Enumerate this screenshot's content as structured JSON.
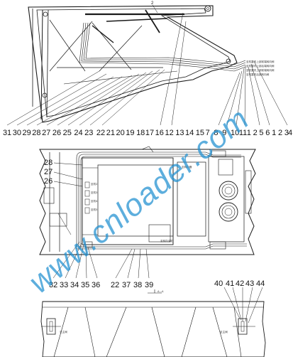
{
  "callouts": {
    "top_row": [
      "31",
      "30",
      "29",
      "28",
      "27",
      "26",
      "25",
      "24",
      "23",
      "22",
      "21",
      "20",
      "19",
      "18",
      "17",
      "16",
      "12",
      "13",
      "14",
      "15",
      "7",
      "8",
      "9",
      "10",
      "11",
      "1",
      "2",
      "5",
      "6",
      "1",
      "2",
      "3",
      "4"
    ],
    "left_mid": [
      "28",
      "27",
      "26"
    ],
    "bottom_mid": [
      "32",
      "33",
      "34",
      "35",
      "36",
      "22",
      "37",
      "38",
      "39"
    ],
    "bottom_right": [
      "40",
      "41",
      "42",
      "43",
      "44"
    ],
    "top_peak": "2"
  },
  "notes": {
    "pipe_note_1": "至机罩内上部前端转向阀",
    "pipe_note_2": "至机罩内上部后端转向阀",
    "pipe_note_3": "至机罩内上部前端转向阀",
    "pipe_note_4": "至机罩内后部转向阀",
    "frame_note_a": "至机2",
    "frame_note_b": "至机3",
    "frame_note_c": "至机4",
    "frame_note_d": "至机5",
    "frame_note_e": "至转向油缸",
    "frame_note_f": "至转向器",
    "scale_mark": "A—A",
    "section_note_left": "至主阀",
    "section_note_right": "至主阀"
  },
  "watermark": "www.cnloader.com",
  "colors": {
    "line": "#1a1a1a",
    "watermark": "#1e8fd0"
  }
}
